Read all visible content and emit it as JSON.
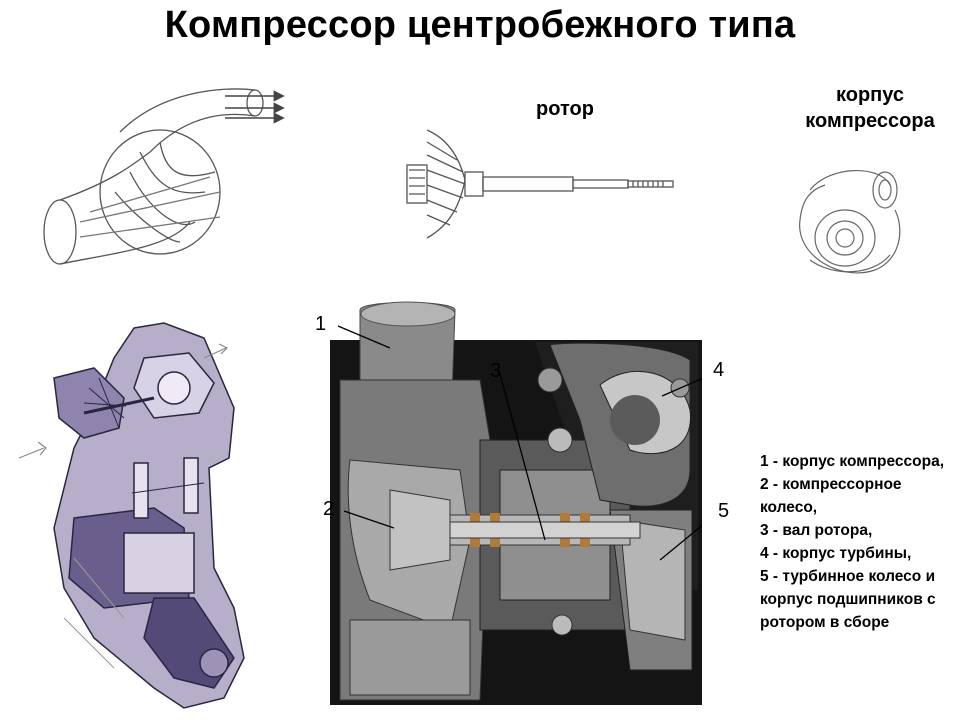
{
  "title": "Компрессор центробежного типа",
  "labels": {
    "rotor": "ротор",
    "housing_line1": "корпус",
    "housing_line2": "компрессора"
  },
  "callouts": [
    "1",
    "2",
    "3",
    "4",
    "5"
  ],
  "legend": [
    "1 - корпус компрессора,",
    "2 - компрессорное колесо,",
    "3 - вал ротора,",
    "4 - корпус турбины,",
    "5 - турбинное колесо и корпус подшипников с ротором в сборе"
  ]
}
